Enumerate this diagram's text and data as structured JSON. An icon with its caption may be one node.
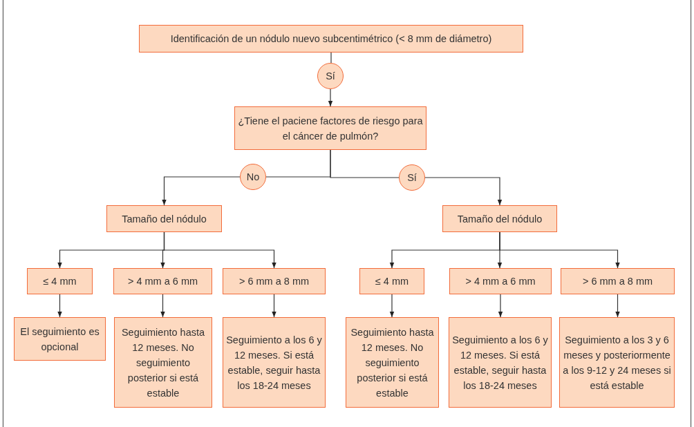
{
  "diagram": {
    "nodes": [
      {
        "text": [
          "Identificación de un nódulo nuevo subcentimétrico (< 8 mm de diámetro)"
        ]
      },
      {
        "text": [
          "Sí"
        ]
      },
      {
        "text": [
          "¿Tiene el paciene factores de riesgo para el cáncer de pulmón?"
        ]
      },
      {
        "text": [
          "No"
        ]
      },
      {
        "text": [
          "Sí"
        ]
      },
      {
        "text": [
          "Tamaño del nódulo"
        ]
      },
      {
        "text": [
          "Tamaño del nódulo"
        ]
      },
      {
        "text": [
          "≤ 4 mm"
        ]
      },
      {
        "text": [
          "> 4 mm a 6 mm"
        ]
      },
      {
        "text": [
          "> 6 mm a 8 mm"
        ]
      },
      {
        "text": [
          "≤ 4 mm"
        ]
      },
      {
        "text": [
          "> 4 mm a 6 mm"
        ]
      },
      {
        "text": [
          "> 6 mm a 8 mm"
        ]
      },
      {
        "text": [
          "El seguimiento es opcional"
        ]
      },
      {
        "text": [
          "Seguimiento hasta 12 meses. No seguimiento posterior si está estable"
        ]
      },
      {
        "text": [
          "Seguimiento a los 6 y 12 meses. Si está estable, seguir hasta los 18-24 meses"
        ]
      },
      {
        "text": [
          "Seguimiento hasta 12 meses. No seguimiento posterior si está estable"
        ]
      },
      {
        "text": [
          "Seguimiento a los 6 y 12 meses. Si está estable, seguir hasta los 18-24 meses"
        ]
      },
      {
        "text": [
          "Seguimiento a los 3 y 6 meses y posteriormente a los 9-12 y 24 meses si está estable"
        ]
      }
    ],
    "edges": [
      {
        "from": 0,
        "to": 1,
        "arrow": "none"
      },
      {
        "from": 1,
        "to": 2,
        "arrow": "to"
      },
      {
        "from": 2,
        "to": 3,
        "arrow": "none"
      },
      {
        "from": 3,
        "to": 5,
        "arrow": "to"
      },
      {
        "from": 2,
        "to": 4,
        "arrow": "none"
      },
      {
        "from": 4,
        "to": 6,
        "arrow": "to"
      },
      {
        "from": 5,
        "to": 7,
        "arrow": "to"
      },
      {
        "from": 5,
        "to": 8,
        "arrow": "to"
      },
      {
        "from": 5,
        "to": 9,
        "arrow": "to"
      },
      {
        "from": 6,
        "to": 10,
        "arrow": "to"
      },
      {
        "from": 6,
        "to": 11,
        "arrow": "to"
      },
      {
        "from": 6,
        "to": 12,
        "arrow": "to"
      },
      {
        "from": 7,
        "to": 13,
        "arrow": "to"
      },
      {
        "from": 8,
        "to": 14,
        "arrow": "to"
      },
      {
        "from": 9,
        "to": 15,
        "arrow": "to"
      },
      {
        "from": 10,
        "to": 16,
        "arrow": "to"
      },
      {
        "from": 11,
        "to": 17,
        "arrow": "to"
      },
      {
        "from": 12,
        "to": 18,
        "arrow": "to"
      }
    ]
  }
}
